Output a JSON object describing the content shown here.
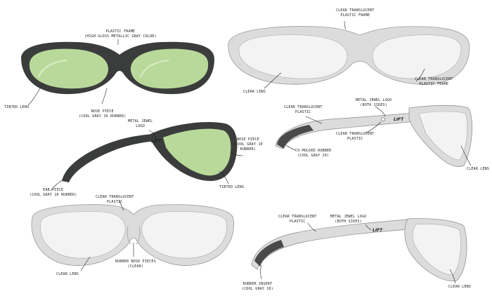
{
  "brand_logo": "LIFT",
  "colors": {
    "dark_frame": "#3b3d3c",
    "green_lens": "#b9d99a",
    "clear_frame": "#dcdcdc",
    "clear_lens": "#f3f3f3",
    "rubber": "#4a4a4a"
  },
  "callouts": {
    "g1_frame": [
      "PLASTIC FRAME",
      "(HIGH GLOSS METALLIC GRAY COLOR)"
    ],
    "g1_tinted": [
      "TINTED LENS"
    ],
    "g1_nose": [
      "NOSE PIECE",
      "(COOL GRAY 10 RUBBER)"
    ],
    "g2_frame_top": [
      "CLEAR TRANSLUCENT",
      "PLASTIC FRAME"
    ],
    "g2_frame_right": [
      "CLEAR TRANSLUCENT",
      "PLASTIC FRAME"
    ],
    "g2_lens": [
      "CLEAR LENS"
    ],
    "g3_logo": [
      "METAL JEWEL",
      "LOGO"
    ],
    "g3_nose": [
      "NOSE PIECE",
      "(COOL GRAY 10",
      "RUBBER)"
    ],
    "g3_tinted": [
      "TINTED LENS"
    ],
    "g3_ear": [
      "EAR PIECE",
      "(COOL GRAY 10 RUBBER)"
    ],
    "g4_clear_plastic": [
      "CLEAR TRANSLUCENT",
      "PLASTIC"
    ],
    "g4_logo": [
      "METAL JEWEL LOGO",
      "(BOTH SIDES)"
    ],
    "g4_translucent": [
      "CLEAR TRANSLUCENT",
      "PLASTIC"
    ],
    "g4_comolded": [
      "CO-MOLDED RUBBER",
      "(COOL GRAY 10)"
    ],
    "g4_lens": [
      "CLEAR LENS"
    ],
    "g5_plastic": [
      "CLEAR TRANSLUCENT",
      "PLASTIC"
    ],
    "g5_lens": [
      "CLEAR LENS"
    ],
    "g5_nose": [
      "RUBBER NOSE PIECES",
      "(CLEAR)"
    ],
    "g6_plastic": [
      "CLEAR TRANSLUCENT",
      "PLASTIC"
    ],
    "g6_logo": [
      "METAL JEWEL LOGO",
      "(BOTH SIDES)"
    ],
    "g6_insert": [
      "RUBBER INSERT",
      "(COOL GRAY 10)"
    ],
    "g6_lens": [
      "CLEAR LENS"
    ]
  }
}
